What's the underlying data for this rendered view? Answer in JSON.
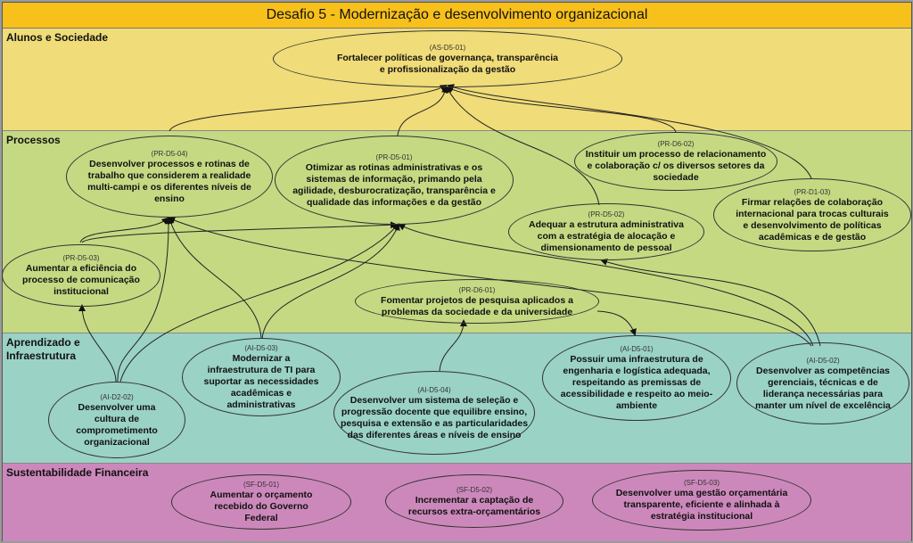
{
  "title": "Desafio 5 - Modernização e desenvolvimento organizacional",
  "colors": {
    "title_bar": "#f8c01a",
    "alunos_sociedade": "#f0dc78",
    "processos": "#c5d983",
    "aprendizado_infraestrutura": "#9ad2c6",
    "sustentabilidade_financeira": "#cc88bb"
  },
  "lanes": {
    "as": "Alunos e Sociedade",
    "pr": "Processos",
    "ai": "Aprendizado e Infraestrutura",
    "sf": "Sustentabilidade Financeira"
  },
  "nodes": {
    "as_d5_01": {
      "code": "(AS-D5-01)",
      "text": "Fortalecer políticas de governança, transparência e profissionalização da gestão"
    },
    "pr_d5_04": {
      "code": "(PR-D5-04)",
      "text": "Desenvolver processos e rotinas de trabalho que considerem a realidade multi-campi e os diferentes níveis de ensino"
    },
    "pr_d5_01": {
      "code": "(PR-D5-01)",
      "text": "Otimizar as rotinas administrativas e os sistemas de informação, primando pela agilidade, desburocratização, transparência e qualidade das informações e da gestão"
    },
    "pr_d6_02": {
      "code": "(PR-D6-02)",
      "text": "Instituir um processo de relacionamento e colaboração c/ os diversos setores da sociedade"
    },
    "pr_d1_03": {
      "code": "(PR-D1-03)",
      "text": "Firmar relações de colaboração internacional para trocas culturais e desenvolvimento de políticas acadêmicas e de gestão"
    },
    "pr_d5_02": {
      "code": "(PR-D5-02)",
      "text": "Adequar a estrutura administrativa com a estratégia de alocação e dimensionamento de pessoal"
    },
    "pr_d5_03": {
      "code": "(PR-D5-03)",
      "text": "Aumentar a eficiência do processo de comunicação institucional"
    },
    "pr_d6_01": {
      "code": "(PR-D6-01)",
      "text": "Fomentar projetos de pesquisa aplicados a problemas da sociedade e da universidade"
    },
    "ai_d5_03": {
      "code": "(AI-D5-03)",
      "text": "Modernizar a infraestrutura de TI para suportar as necessidades acadêmicas e administrativas"
    },
    "ai_d2_02": {
      "code": "(AI-D2-02)",
      "text": "Desenvolver uma cultura de comprometimento organizacional"
    },
    "ai_d5_04": {
      "code": "(AI-D5-04)",
      "text": "Desenvolver um sistema de seleção e progressão docente que equilibre ensino, pesquisa e extensão e as particularidades das diferentes áreas e níveis de ensino"
    },
    "ai_d5_01": {
      "code": "(AI-D5-01)",
      "text": "Possuir uma infraestrutura de engenharia e logística adequada, respeitando as premissas de acessibilidade e respeito ao meio-ambiente"
    },
    "ai_d5_02": {
      "code": "(AI-D5-02)",
      "text": "Desenvolver as competências gerenciais, técnicas e de liderança necessárias para manter um nível de excelência"
    },
    "sf_d5_01": {
      "code": "(SF-D5-01)",
      "text": "Aumentar o orçamento recebido do Governo Federal"
    },
    "sf_d5_02": {
      "code": "(SF-D5-02)",
      "text": "Incrementar a captação de recursos extra-orçamentários"
    },
    "sf_d5_03": {
      "code": "(SF-D5-03)",
      "text": "Desenvolver uma gestão orçamentária transparente, eficiente e alinhada à estratégia institucional"
    }
  },
  "links": [
    {
      "from": "PR-D5-04",
      "to": "AS-D5-01"
    },
    {
      "from": "PR-D5-01",
      "to": "AS-D5-01"
    },
    {
      "from": "PR-D6-02",
      "to": "AS-D5-01"
    },
    {
      "from": "PR-D1-03",
      "to": "AS-D5-01"
    },
    {
      "from": "PR-D5-02",
      "to": "AS-D5-01"
    },
    {
      "from": "PR-D5-03",
      "to": "PR-D5-04"
    },
    {
      "from": "PR-D5-03",
      "to": "PR-D5-01"
    },
    {
      "from": "AI-D2-02",
      "to": "PR-D5-03"
    },
    {
      "from": "AI-D2-02",
      "to": "PR-D5-04"
    },
    {
      "from": "AI-D2-02",
      "to": "PR-D5-01"
    },
    {
      "from": "AI-D5-03",
      "to": "PR-D5-04"
    },
    {
      "from": "AI-D5-03",
      "to": "PR-D5-01"
    },
    {
      "from": "AI-D5-04",
      "to": "PR-D6-01"
    },
    {
      "from": "PR-D6-01",
      "to": "AI-D5-01"
    },
    {
      "from": "AI-D5-02",
      "to": "PR-D5-02"
    },
    {
      "from": "AI-D5-02",
      "to": "PR-D5-04"
    },
    {
      "from": "AI-D5-02",
      "to": "PR-D5-01"
    }
  ]
}
